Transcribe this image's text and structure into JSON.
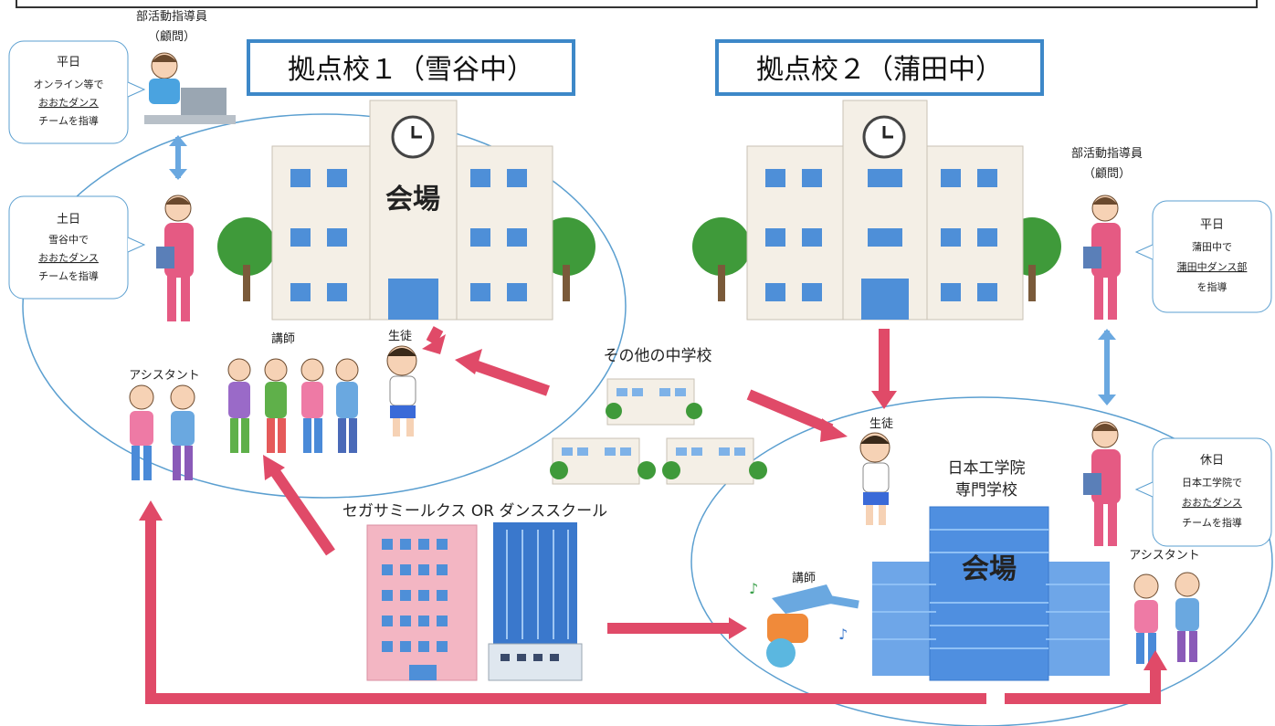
{
  "colors": {
    "arrow": "#e04a68",
    "link_arrow": "#6aa8e0",
    "title_border": "#3d88c8",
    "ellipse": "#5b9fd0",
    "tree": "#3f9a3a",
    "building": "#f4efe6",
    "window": "#4e8fd8",
    "tower_blue": "#3a78cc",
    "tower_pink": "#f3b6c3"
  },
  "hub1": {
    "title": "拠点校１（雪谷中）",
    "hall_label": "会場"
  },
  "hub2": {
    "title": "拠点校２（蒲田中）"
  },
  "left": {
    "advisor_label_1": "部活動指導員",
    "advisor_label_2": "（顧問）",
    "weekday_box": [
      "平日",
      "オンライン等で",
      "おおたダンス",
      "チームを指導"
    ],
    "weekend_box": [
      "土日",
      "雪谷中で",
      "おおたダンス",
      "チームを指導"
    ],
    "assistant": "アシスタント",
    "instructor": "講師",
    "student": "生徒"
  },
  "right": {
    "advisor_label_1": "部活動指導員",
    "advisor_label_2": "（顧問）",
    "weekday_box": [
      "平日",
      "蒲田中で",
      "蒲田中ダンス部",
      "を指導"
    ],
    "holiday_box": [
      "休日",
      "日本工学院で",
      "おおたダンス",
      "チームを指導"
    ],
    "student": "生徒",
    "instructor": "講師",
    "assistant": "アシスタント",
    "school_name_1": "日本工学院",
    "school_name_2": "専門学校",
    "hall_label": "会場"
  },
  "center": {
    "other_schools": "その他の中学校",
    "provider": "セガサミールクス OR ダンススクール"
  }
}
